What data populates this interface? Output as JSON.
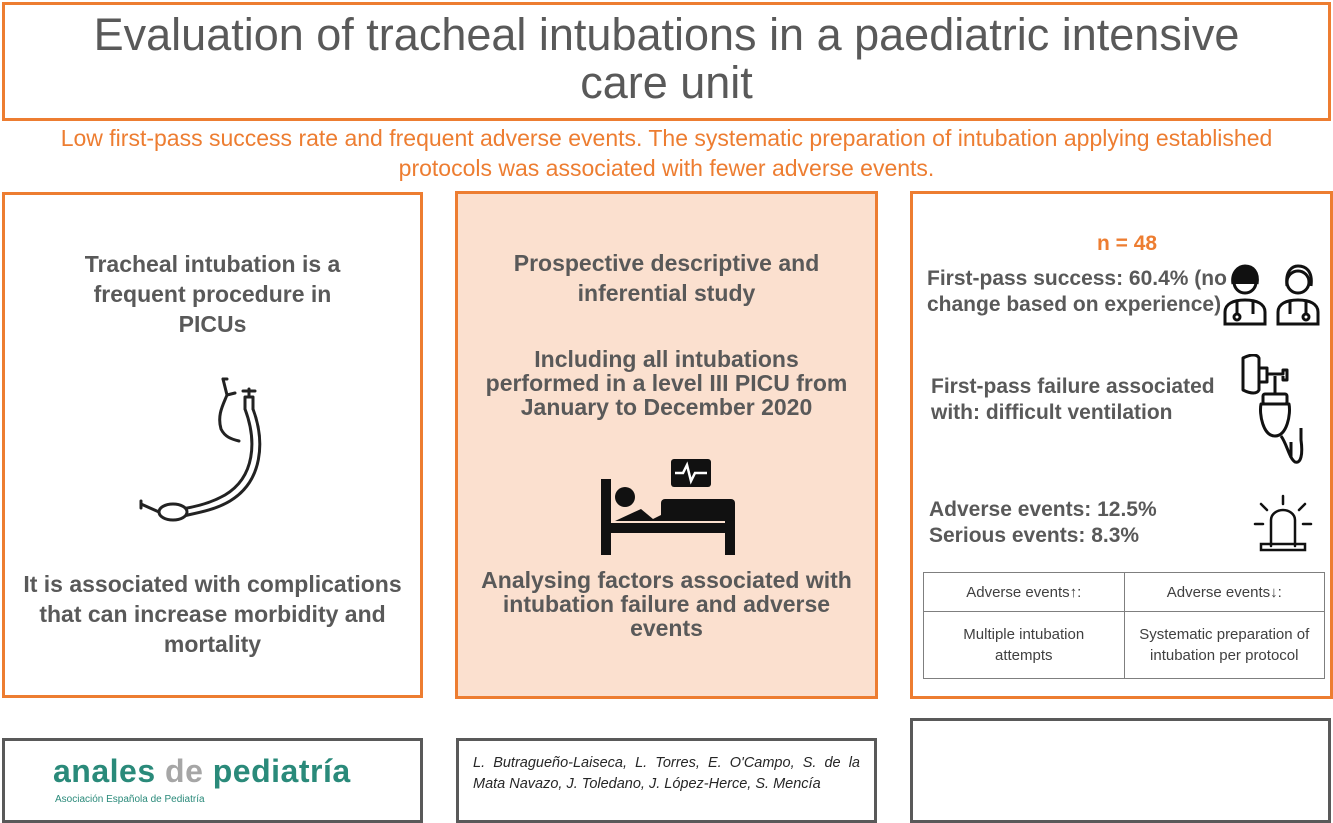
{
  "title": "Evaluation of tracheal intubations in a paediatric intensive care unit",
  "subtitle": "Low first-pass success rate and frequent adverse events. The systematic preparation of intubation applying established protocols was associated with fewer adverse events.",
  "left_panel": {
    "top_text": "Tracheal intubation is a frequent procedure in PICUs",
    "bottom_text": "It is associated with complications that can increase morbidity and mortality"
  },
  "middle_panel": {
    "text1": "Prospective descriptive and inferential study",
    "text2": "Including all intubations performed in a level III PICU from January to December 2020",
    "text3": "Analysing factors associated with intubation failure and adverse events"
  },
  "right_panel": {
    "n": "n = 48",
    "first_pass": "First-pass success: 60.4% (no change based on experience)",
    "failure": "First-pass failure associated with: difficult ventilation",
    "adverse": "Adverse events: 12.5%",
    "serious": "Serious events: 8.3%",
    "table": {
      "col1_header": "Adverse events↑:",
      "col2_header": "Adverse events↓:",
      "col1_value": "Multiple intubation attempts",
      "col2_value": "Systematic preparation of intubation per protocol"
    }
  },
  "logo": {
    "part1": "anales ",
    "part2": "de",
    "part3": " pediatría",
    "sub": "Asociación Española de Pediatría"
  },
  "authors": "L. Butragueño-Laiseca, L. Torres, E. O'Campo, S. de la Mata Navazo, J. Toledano, J. López-Herce, S. Mencía",
  "icons": {
    "tube": "endotracheal-tube-icon",
    "bed": "patient-bed-monitor-icon",
    "doctors": "doctors-icon",
    "bag": "ventilation-bag-icon",
    "alarm": "alarm-light-icon"
  },
  "colors": {
    "accent": "#ED7D31",
    "panel_fill": "#FBE0CF",
    "text": "#595959"
  }
}
